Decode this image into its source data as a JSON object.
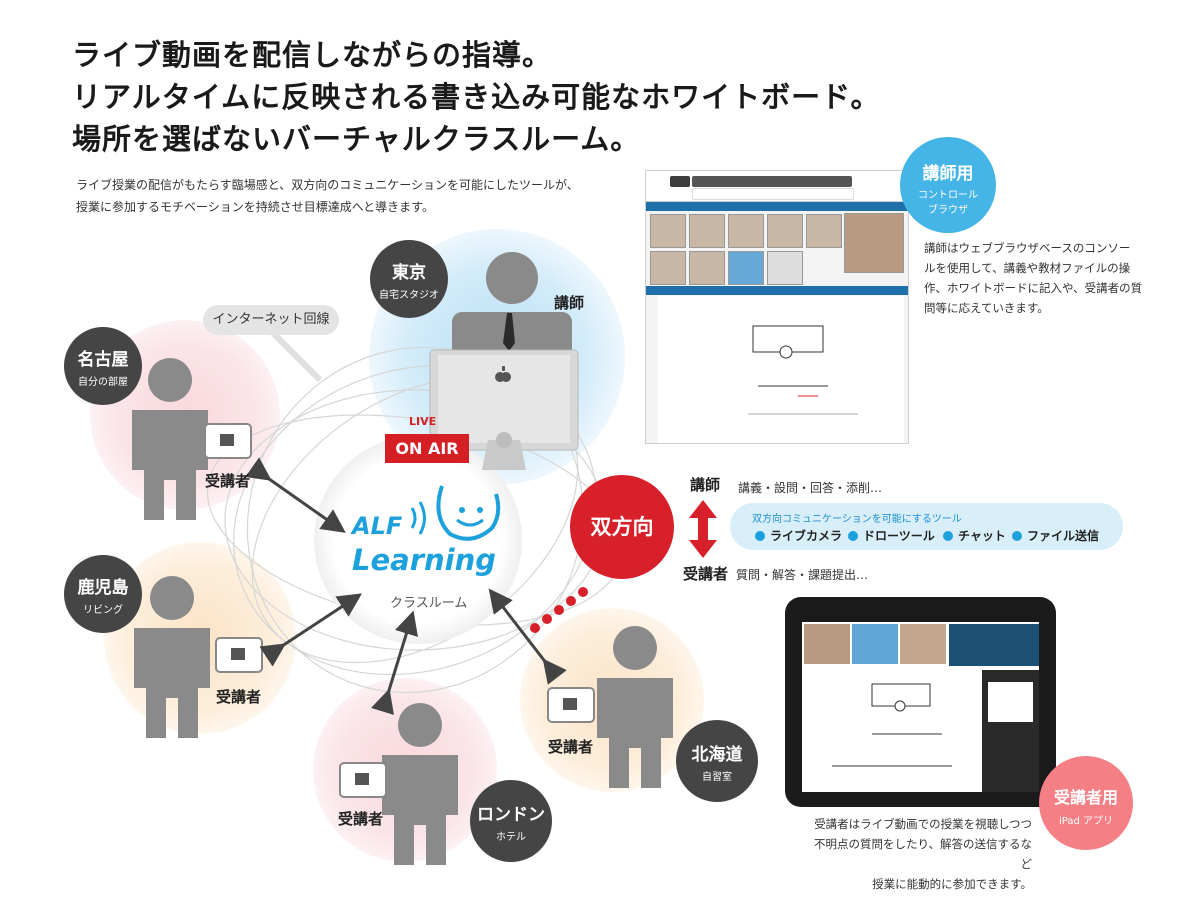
{
  "headline": {
    "line1": "ライブ動画を配信しながらの指導。",
    "line2": "リアルタイムに反映される書き込み可能なホワイトボード。",
    "line3": "場所を選ばないバーチャルクラスルーム。"
  },
  "intro": {
    "line1": "ライブ授業の配信がもたらす臨場感と、双方向のコミュニケーションを可能にしたツールが、",
    "line2": "授業に参加するモチベーションを持続させ目標達成へと導きます。"
  },
  "network": {
    "internet_label": "インターネット回線",
    "teacher_label": "講師",
    "live_label": "LIVE",
    "onair_label": "ON AIR",
    "logo_alf": "ALF",
    "logo_learning": "Learning",
    "classroom_label": "クラスルーム",
    "student_label": "受講者",
    "locations": [
      {
        "city": "東京",
        "place": "自宅スタジオ"
      },
      {
        "city": "名古屋",
        "place": "自分の部屋"
      },
      {
        "city": "鹿児島",
        "place": "リビング"
      },
      {
        "city": "ロンドン",
        "place": "ホテル"
      },
      {
        "city": "北海道",
        "place": "自習室"
      }
    ]
  },
  "interaction": {
    "bidirectional": "双方向",
    "teacher_role": "講師",
    "teacher_actions": "講義・設問・回答・添削…",
    "student_role": "受講者",
    "student_actions": "質問・解答・課題提出…",
    "tools_title": "双方向コミュニケーションを可能にするツール",
    "tools": [
      "ライブカメラ",
      "ドローツール",
      "チャット",
      "ファイル送信"
    ]
  },
  "teacher_console": {
    "badge_title": "講師用",
    "badge_sub1": "コントロール",
    "badge_sub2": "ブラウザ",
    "desc": [
      "講師はウェブブラウザベースのコンソー",
      "ルを使用して、講義や教材ファイルの操",
      "作、ホワイトボードに記入や、受講者の質",
      "問等に応えていきます。"
    ]
  },
  "student_app": {
    "badge_title": "受講者用",
    "badge_sub": "iPad アプリ",
    "desc": [
      "受講者はライブ動画での授業を視聴しつつ",
      "不明点の質問をしたり、解答の送信するなど",
      "授業に能動的に参加できます。"
    ]
  },
  "colors": {
    "accent_blue": "#1da1dc",
    "accent_red": "#d8202a",
    "dark_circle": "#454545",
    "tools_bg": "#d8eef9",
    "teacher_badge": "#45b4e6",
    "student_badge": "#f47f85"
  },
  "icons": [
    "apple-icon",
    "arrow-icon",
    "person-icon",
    "ipad-icon",
    "imac-icon",
    "wave-icon"
  ]
}
